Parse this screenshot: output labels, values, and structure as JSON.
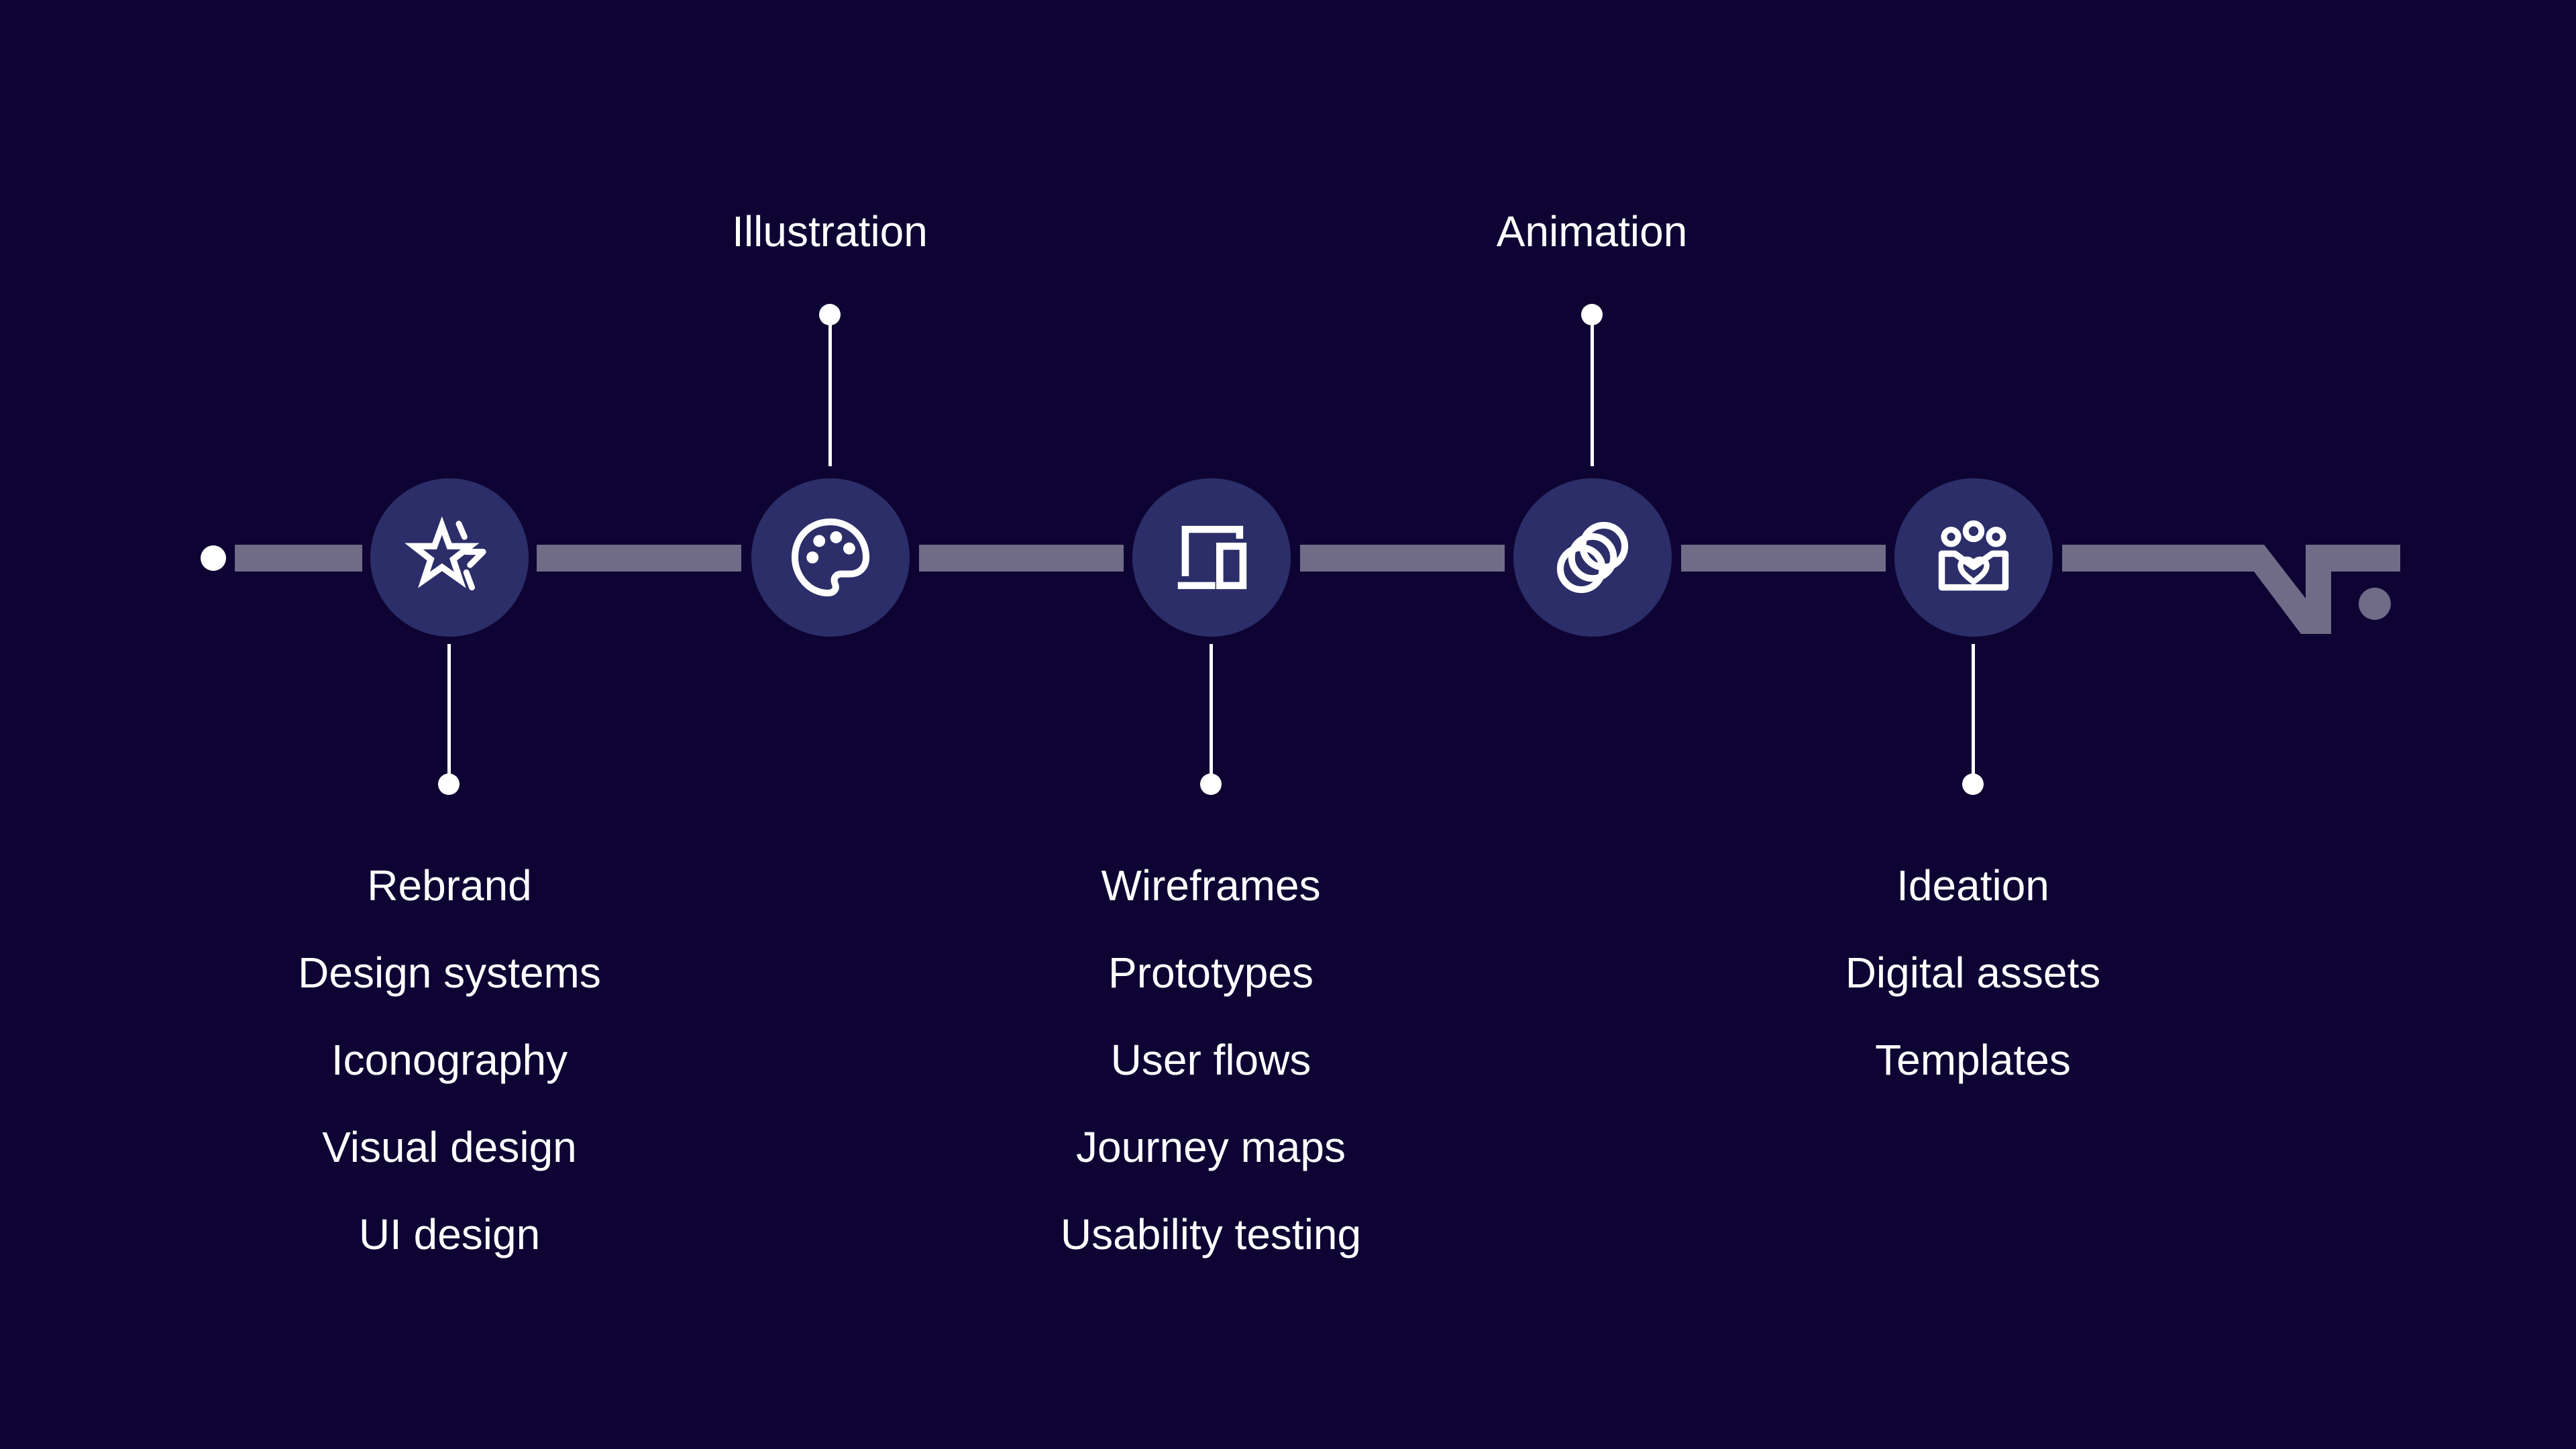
{
  "top_labels": {
    "illustration": "Illustration",
    "animation": "Animation"
  },
  "lists": {
    "brand": [
      "Rebrand",
      "Design systems",
      "Iconography",
      "Visual design",
      "UI design"
    ],
    "ux": [
      "Wireframes",
      "Prototypes",
      "User flows",
      "Journey maps",
      "Usability testing"
    ],
    "content": [
      "Ideation",
      "Digital assets",
      "Templates"
    ]
  },
  "icons": [
    "star-sparkle-icon",
    "palette-icon",
    "devices-icon",
    "rings-icon",
    "community-heart-icon"
  ],
  "colors": {
    "background": "#0e0433",
    "track": "#706b87",
    "node": "#2b2e68",
    "text": "#ffffff"
  }
}
